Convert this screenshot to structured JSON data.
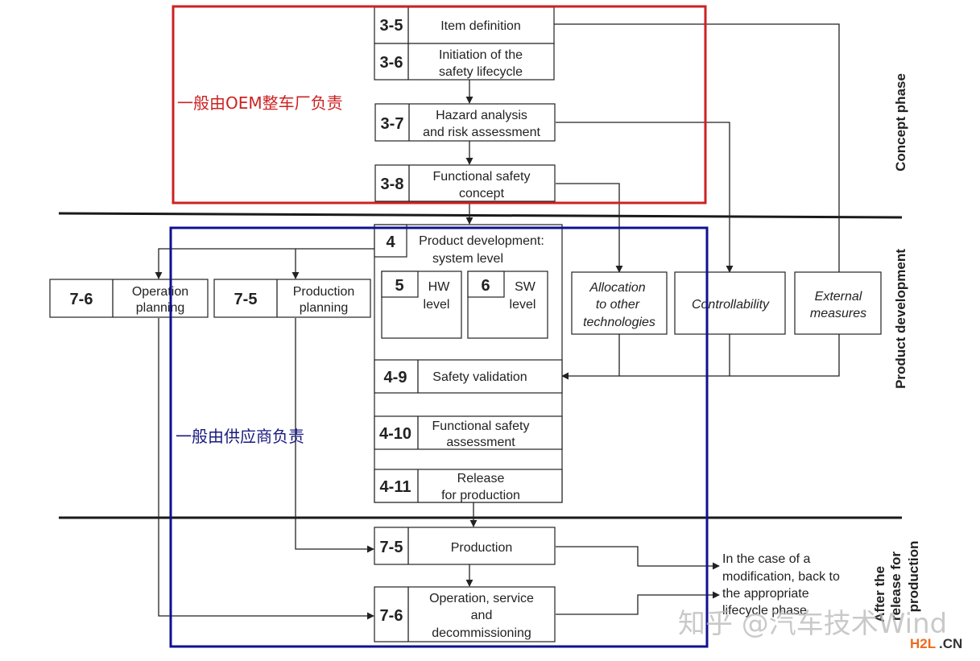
{
  "diagram": {
    "phases": {
      "concept": "Concept phase",
      "product_development": "Product development",
      "after_release": [
        "After the",
        "release for",
        "production"
      ]
    },
    "annotations": {
      "oem": "一般由OEM整车厂负责",
      "supplier": "一般由供应商负责",
      "oem_color": "#cc2222",
      "supplier_color": "#1a1a80"
    },
    "concept_boxes": [
      {
        "id": "3-5",
        "lines": [
          "Item definition"
        ]
      },
      {
        "id": "3-6",
        "lines": [
          "Initiation of the",
          "safety lifecycle"
        ]
      },
      {
        "id": "3-7",
        "lines": [
          "Hazard analysis",
          "and risk assessment"
        ]
      },
      {
        "id": "3-8",
        "lines": [
          "Functional safety",
          "concept"
        ]
      }
    ],
    "product_dev": {
      "id": "4",
      "lines": [
        "Product development:",
        "system level"
      ],
      "hw": {
        "id": "5",
        "lines": [
          "HW",
          "level"
        ]
      },
      "sw": {
        "id": "6",
        "lines": [
          "SW",
          "level"
        ]
      },
      "steps": [
        {
          "id": "4-9",
          "lines": [
            "Safety validation"
          ]
        },
        {
          "id": "4-10",
          "lines": [
            "Functional safety",
            "assessment"
          ]
        },
        {
          "id": "4-11",
          "lines": [
            "Release",
            "for production"
          ]
        }
      ]
    },
    "planning": [
      {
        "id": "7-6",
        "lines": [
          "Operation",
          "planning"
        ]
      },
      {
        "id": "7-5",
        "lines": [
          "Production",
          "planning"
        ]
      }
    ],
    "other_measures": [
      {
        "lines": [
          "Allocation",
          "to other",
          "technologies"
        ]
      },
      {
        "lines": [
          "Controllability"
        ]
      },
      {
        "lines": [
          "External",
          "measures"
        ]
      }
    ],
    "after_release_boxes": [
      {
        "id": "7-5",
        "lines": [
          "Production"
        ]
      },
      {
        "id": "7-6",
        "lines": [
          "Operation, service",
          "and",
          "decommissioning"
        ]
      }
    ],
    "modification_note": [
      "In the case of a",
      "modification, back to",
      "the appropriate",
      "lifecycle phase"
    ],
    "watermark": "知乎 @汽车技术Wind",
    "logo": {
      "part1": "H2L",
      "part2": ".CN",
      "color1": "#ee6a1a",
      "color2": "#333333"
    }
  }
}
